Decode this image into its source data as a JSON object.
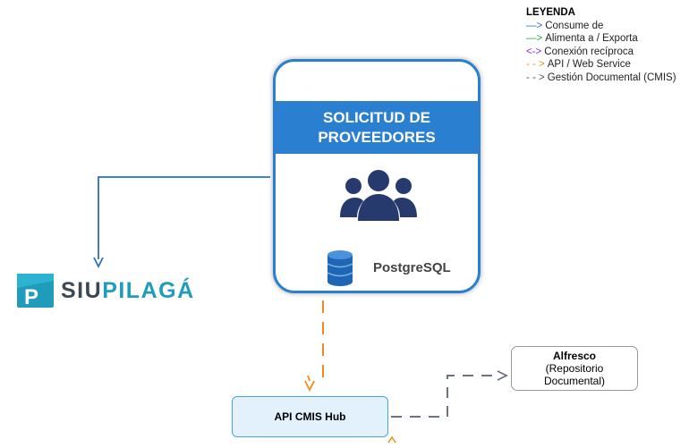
{
  "legend": {
    "title": "LEYENDA",
    "items": [
      {
        "symbol": "—>",
        "label": "Consume de",
        "color": "#2b6fc9"
      },
      {
        "symbol": "—>",
        "label": "Alimenta a / Exporta",
        "color": "#2aa84a"
      },
      {
        "symbol": "<->",
        "label": "Conexión recíproca",
        "color": "#8a2be2"
      },
      {
        "symbol": "- - >",
        "label": "API / Web Service",
        "color": "#f08a1c"
      },
      {
        "symbol": "- - >",
        "label": "Gestión Documental (CMIS)",
        "color": "#555555"
      }
    ]
  },
  "nodes": {
    "main": {
      "title_line1": "SOLICITUD DE",
      "title_line2": "PROVEEDORES",
      "db_label": "PostgreSQL",
      "icon": "users-icon",
      "db_icon": "database-icon",
      "color": "#2b7fd0"
    },
    "siupilaga": {
      "text_siu": "SIU",
      "text_pilaga": "PILAGÁ"
    },
    "hub": {
      "label": "API CMIS Hub"
    },
    "alfresco": {
      "title": "Alfresco",
      "line1": "(Repositorio",
      "line2": "Documental)"
    }
  },
  "edges": [
    {
      "from": "main",
      "to": "siupilaga",
      "type": "consume",
      "color": "#2b6fc9"
    },
    {
      "from": "main",
      "to": "hub",
      "type": "api",
      "color": "#f08a1c"
    },
    {
      "from": "hub",
      "to": "alfresco",
      "type": "cmis",
      "color": "#6b7280"
    }
  ]
}
